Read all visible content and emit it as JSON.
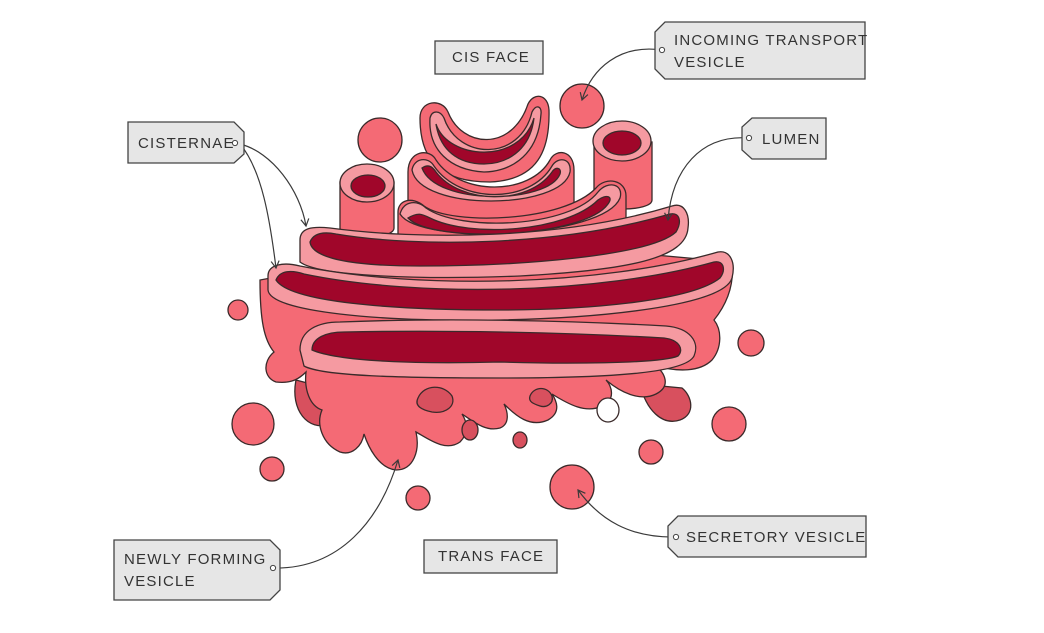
{
  "labels": {
    "cis_face": "CIS FACE",
    "trans_face": "TRANS FACE",
    "cisternae": "CISTERNAE",
    "lumen": "LUMEN",
    "incoming_line1": "INCOMING TRANSPORT",
    "incoming_line2": "VESICLE",
    "newly_line1": "NEWLY FORMING",
    "newly_line2": "VESICLE",
    "secretory": "SECRETORY VESICLE"
  },
  "colors": {
    "membrane": "#f46a75",
    "membrane_light": "#f59aa1",
    "lumen": "#a0062a",
    "shadow": "#d8505e",
    "label_fill": "#e6e6e6",
    "outline": "#3a2a2a"
  }
}
